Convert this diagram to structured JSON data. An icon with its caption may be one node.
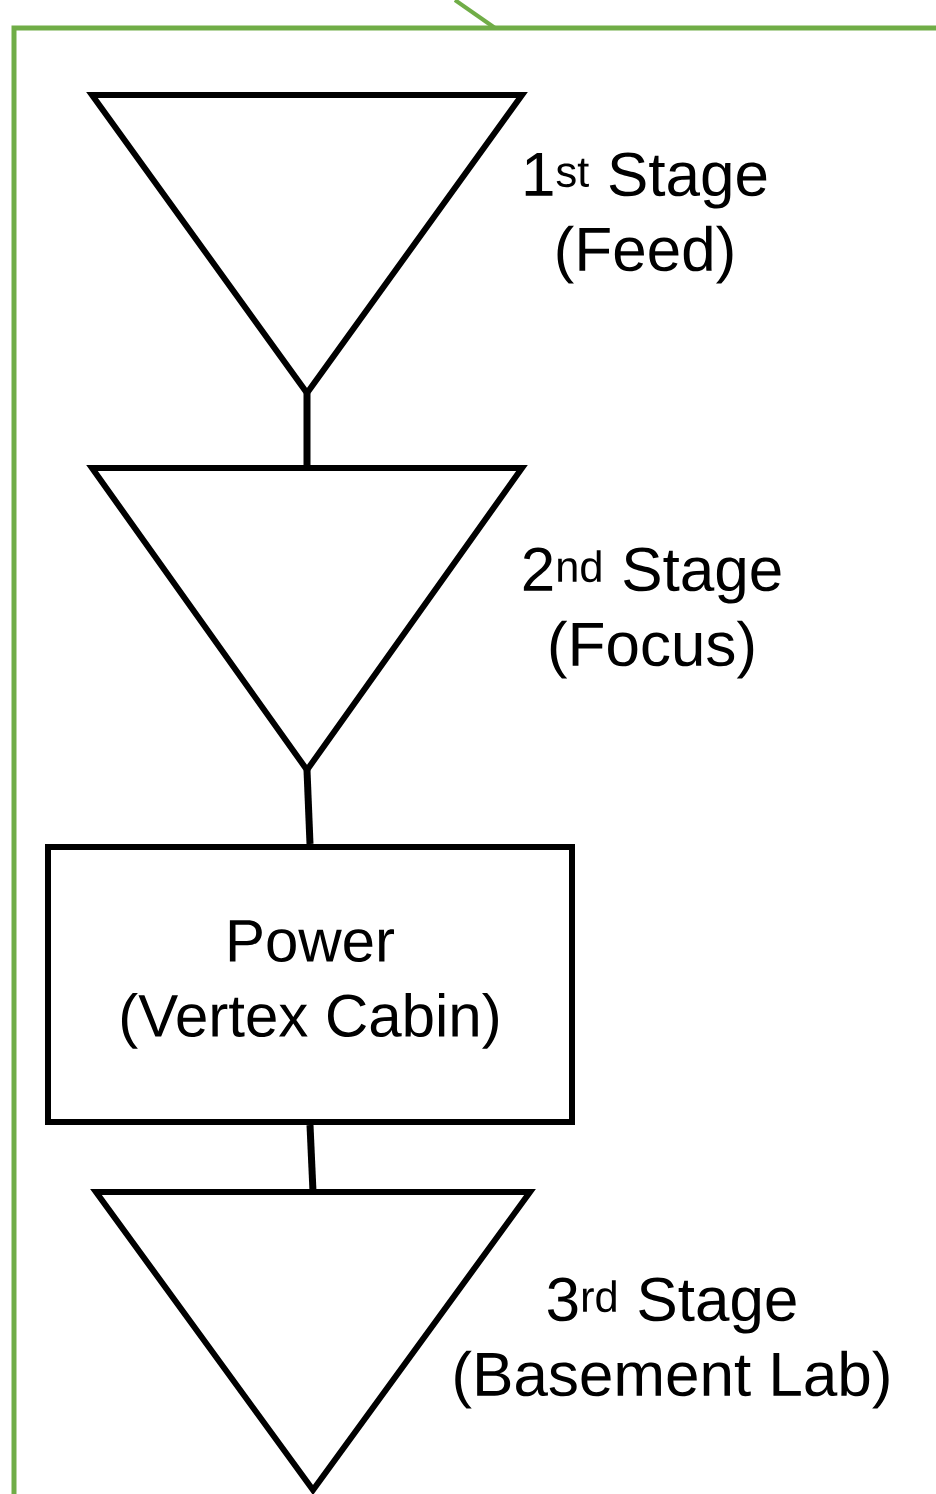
{
  "diagram": {
    "nodes": [
      {
        "text": [],
        "shape": "box"
      },
      {
        "text": [
          "1$^{st}$ Stage",
          "(Feed)"
        ],
        "in": 0
      },
      {
        "text": [
          "2$^{nd}$ Stage",
          "(Focus)"
        ],
        "in": 0
      },
      {
        "text": [
          "Power",
          "(Vertex Cabin)"
        ],
        "in": 0
      },
      {
        "text": [
          "3$^{rd}$ Stage",
          "(Basement Lab)"
        ],
        "in": 0
      }
    ],
    "edges": [
      {
        "from": 1,
        "to": 2,
        "arrow": "none"
      },
      {
        "from": 2,
        "to": 3,
        "arrow": "none"
      },
      {
        "from": 3,
        "to": 4,
        "arrow": "none"
      }
    ]
  }
}
